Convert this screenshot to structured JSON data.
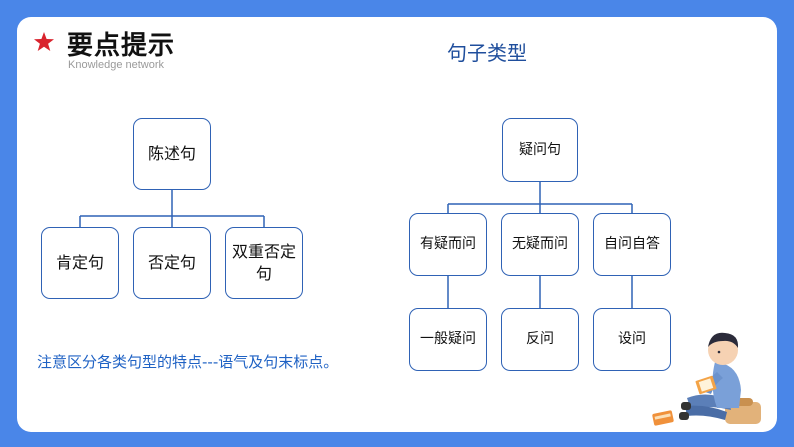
{
  "header": {
    "title": "要点提示",
    "subtitle": "Knowledge network"
  },
  "diagram": {
    "title": "句子类型",
    "left_tree": {
      "root": "陈述句",
      "children": [
        "肯定句",
        "否定句",
        "双重否定句"
      ]
    },
    "right_tree": {
      "root": "疑问句",
      "children": [
        "有疑而问",
        "无疑而问",
        "自问自答"
      ],
      "grandchildren": [
        "一般疑问",
        "反问",
        "设问"
      ]
    }
  },
  "note": "注意区分各类句型的特点---语气及句末标点。",
  "colors": {
    "background": "#4a86e8",
    "card": "#ffffff",
    "node_border": "#2f62b5",
    "title_blue": "#1f4e9c",
    "note_blue": "#1f62c4",
    "star_red": "#d9232d"
  }
}
